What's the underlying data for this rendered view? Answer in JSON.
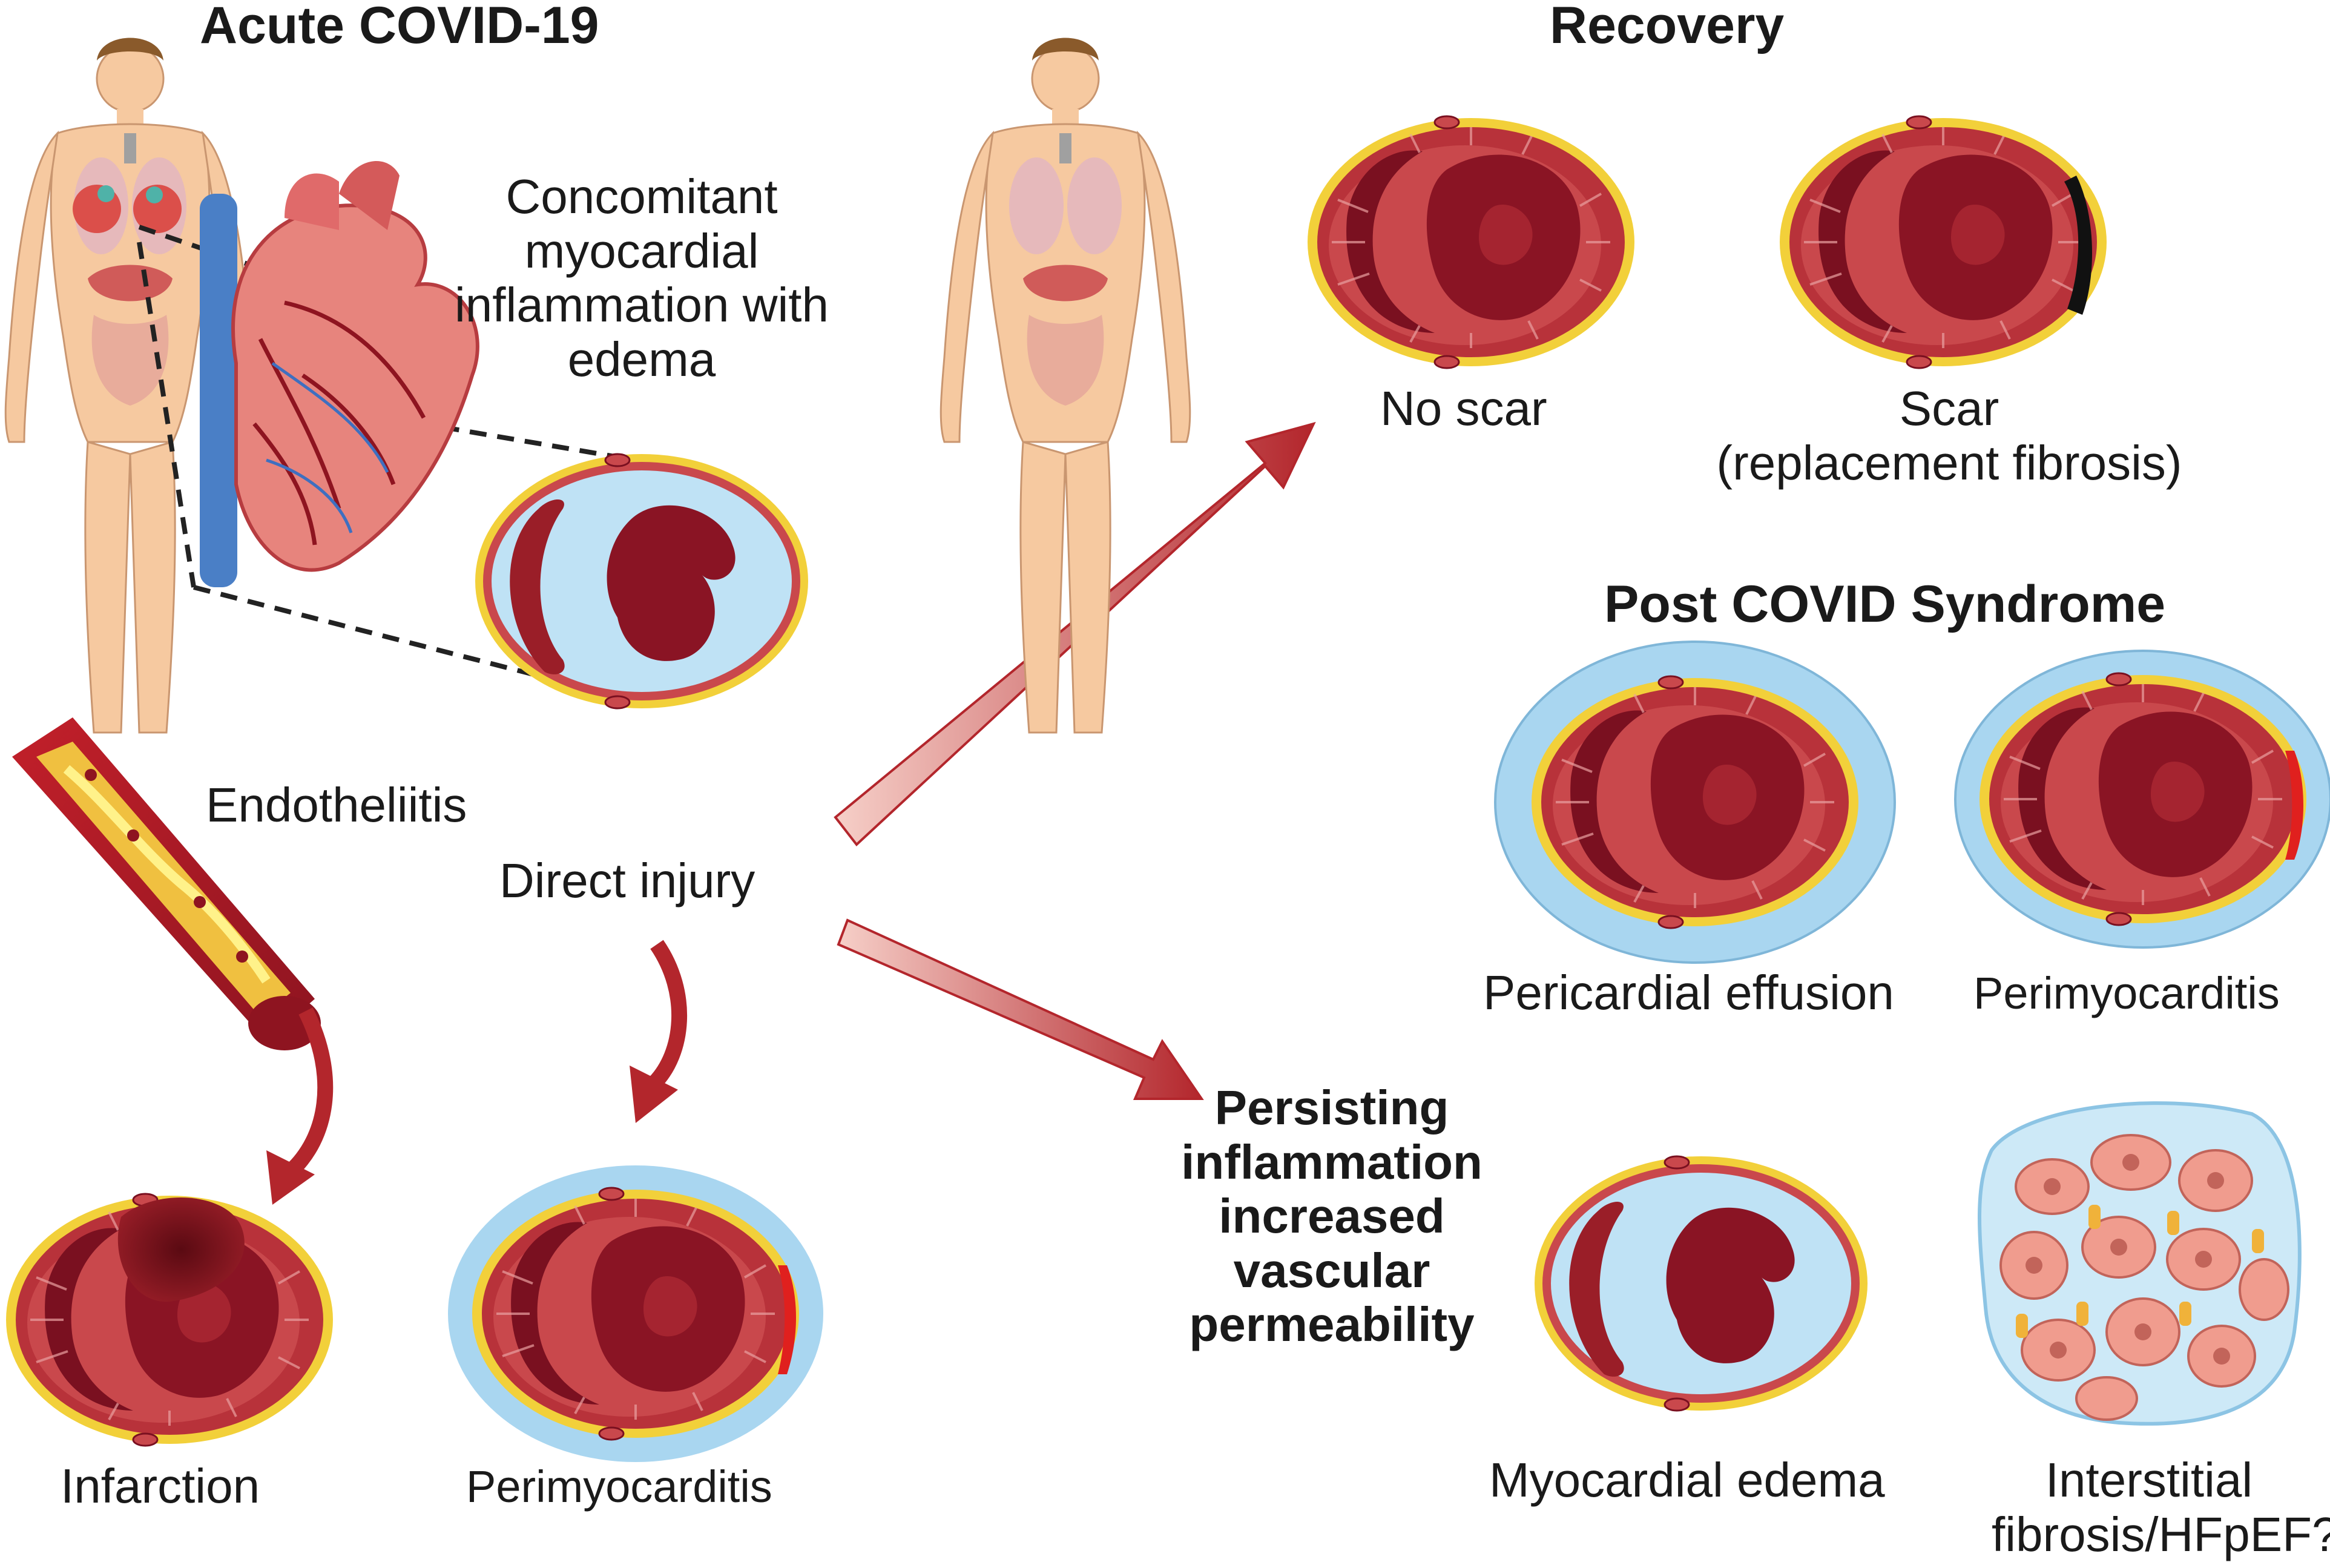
{
  "headings": {
    "acute": "Acute COVID-19",
    "recovery": "Recovery",
    "post": "Post COVID Syndrome"
  },
  "labels": {
    "concomitant": [
      "Concomitant",
      "myocardial",
      "inflammation with",
      "edema"
    ],
    "endotheliitis": "Endotheliitis",
    "direct_injury": "Direct injury",
    "infarction": "Infarction",
    "perimyocarditis_acute": "Perimyocarditis",
    "no_scar": "No scar",
    "scar": [
      "Scar",
      "(replacement fibrosis)"
    ],
    "pericardial_effusion": "Pericardial effusion",
    "perimyocarditis_post": "Perimyocarditis",
    "persisting": [
      "Persisting",
      "inflammation",
      "increased",
      "vascular",
      "permeability"
    ],
    "myocardial_edema": "Myocardial edema",
    "interstitial": [
      "Interstitial",
      "fibrosis/HFpEF?"
    ]
  },
  "colors": {
    "myocardium": "#b8323a",
    "myocardium_dark": "#7a1020",
    "endocardium": "#d9767a",
    "fat_rim": "#f2d03a",
    "edema": "#bfe2f5",
    "effusion": "#a9d6f0",
    "arrow": "#b3262c",
    "arrow_light": "#f1b7b2",
    "skin": "#f6c9a0",
    "scar": "#111111",
    "fibrosis_cell": "#f09c8e"
  }
}
